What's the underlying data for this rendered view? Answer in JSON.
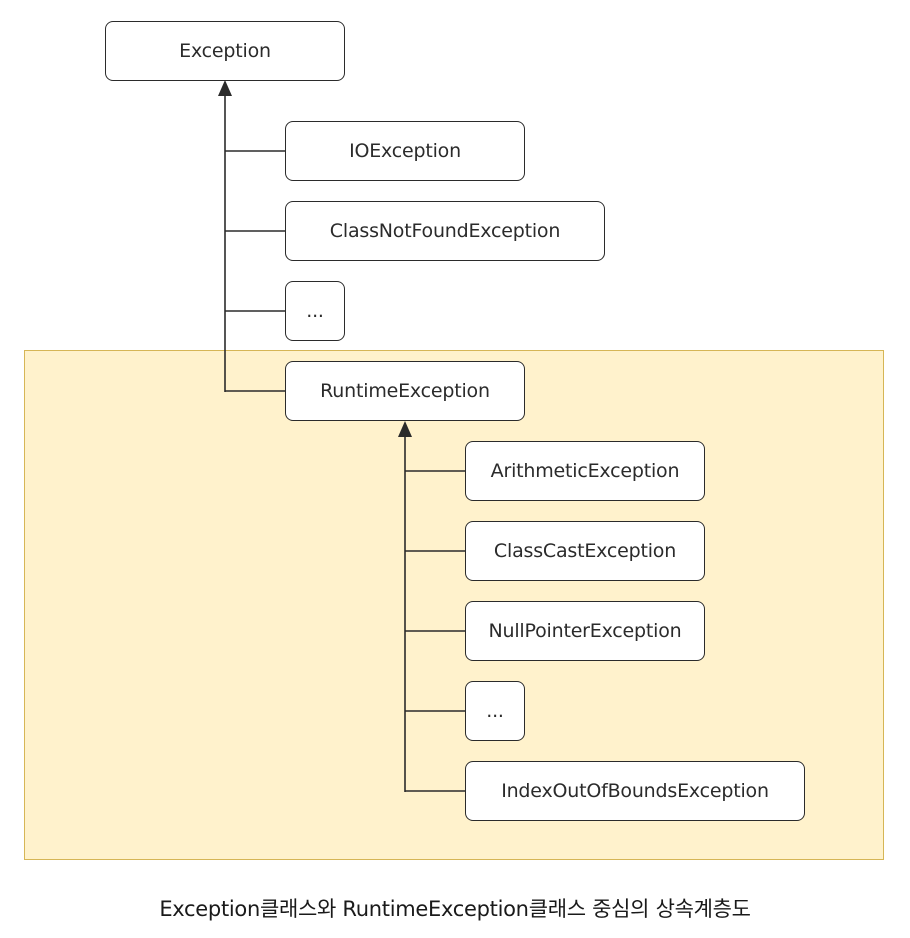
{
  "cutoff_heading": "",
  "nodes": {
    "exception": "Exception",
    "io_exception": "IOException",
    "class_not_found_exception": "ClassNotFoundException",
    "ellipsis_1": "...",
    "runtime_exception": "RuntimeException",
    "arithmetic_exception": "ArithmeticException",
    "class_cast_exception": "ClassCastException",
    "null_pointer_exception": "NullPointerException",
    "ellipsis_2": "...",
    "index_out_of_bounds_exception": "IndexOutOfBoundsException"
  },
  "caption": "Exception클래스와 RuntimeException클래스 중심의 상속계층도",
  "colors": {
    "highlight_fill": "#fff2cc",
    "highlight_border": "#d6b656",
    "node_border": "#2b2b2b",
    "line": "#2b2b2b"
  }
}
